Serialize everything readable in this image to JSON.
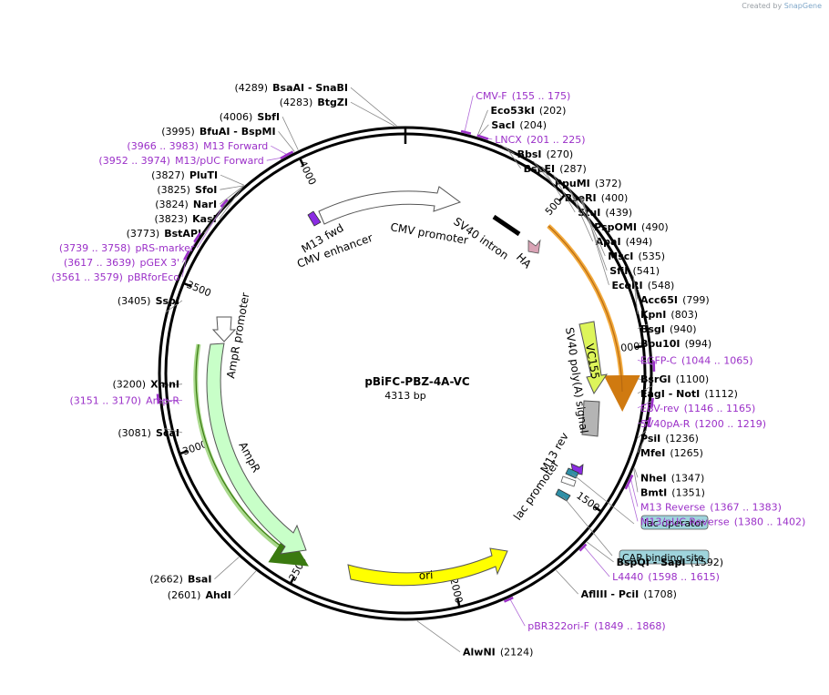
{
  "credit": {
    "prefix": "Created by",
    "brand": "SnapGene"
  },
  "plasmid": {
    "name": "pBiFC-PBZ-4A-VC",
    "length_label": "4313 bp",
    "length": 4313
  },
  "ticks": [
    {
      "bp": 500,
      "label": "500"
    },
    {
      "bp": 1000,
      "label": "1000"
    },
    {
      "bp": 1500,
      "label": "1500"
    },
    {
      "bp": 2000,
      "label": "2000"
    },
    {
      "bp": 2500,
      "label": "2500"
    },
    {
      "bp": 3000,
      "label": "3000"
    },
    {
      "bp": 3500,
      "label": "3500"
    },
    {
      "bp": 4000,
      "label": "4000"
    }
  ],
  "sites": [
    {
      "name": "BsaAI",
      "name2": "SnaBI",
      "pos_label": "(4289)",
      "bp": 4289,
      "side": "L"
    },
    {
      "name": "BtgZI",
      "pos_label": "(4283)",
      "bp": 4283,
      "side": "L"
    },
    {
      "name": "SbfI",
      "pos_label": "(4006)",
      "bp": 4006,
      "side": "L"
    },
    {
      "name": "BfuAI",
      "name2": "BspMI",
      "pos_label": "(3995)",
      "bp": 3995,
      "side": "L"
    },
    {
      "name": "PluTI",
      "pos_label": "(3827)",
      "bp": 3827,
      "side": "L"
    },
    {
      "name": "SfoI",
      "pos_label": "(3825)",
      "bp": 3825,
      "side": "L"
    },
    {
      "name": "NarI",
      "pos_label": "(3824)",
      "bp": 3824,
      "side": "L"
    },
    {
      "name": "KasI",
      "pos_label": "(3823)",
      "bp": 3823,
      "side": "L"
    },
    {
      "name": "BstAPI",
      "pos_label": "(3773)",
      "bp": 3773,
      "side": "L"
    },
    {
      "name": "SspI",
      "pos_label": "(3405)",
      "bp": 3405,
      "side": "L"
    },
    {
      "name": "XmnI",
      "pos_label": "(3200)",
      "bp": 3200,
      "side": "L"
    },
    {
      "name": "ScaI",
      "pos_label": "(3081)",
      "bp": 3081,
      "side": "L"
    },
    {
      "name": "BsaI",
      "pos_label": "(2662)",
      "bp": 2662,
      "side": "L"
    },
    {
      "name": "AhdI",
      "pos_label": "(2601)",
      "bp": 2601,
      "side": "L"
    },
    {
      "name": "AlwNI",
      "pos_label": "(2124)",
      "bp": 2124,
      "side": "R"
    },
    {
      "name": "AflIII",
      "name2": "PciI",
      "pos_label": "(1708)",
      "bp": 1708,
      "side": "R"
    },
    {
      "name": "BspQI",
      "name2": "SapI",
      "pos_label": "(1592)",
      "bp": 1592,
      "side": "R"
    },
    {
      "name": "BmtI",
      "pos_label": "(1351)",
      "bp": 1351,
      "side": "R"
    },
    {
      "name": "NheI",
      "pos_label": "(1347)",
      "bp": 1347,
      "side": "R"
    },
    {
      "name": "MfeI",
      "pos_label": "(1265)",
      "bp": 1265,
      "side": "R"
    },
    {
      "name": "PsiI",
      "pos_label": "(1236)",
      "bp": 1236,
      "side": "R"
    },
    {
      "name": "EagI",
      "name2": "NotI",
      "pos_label": "(1112)",
      "bp": 1112,
      "side": "R"
    },
    {
      "name": "BsrGI",
      "pos_label": "(1100)",
      "bp": 1100,
      "side": "R"
    },
    {
      "name": "Bpu10I",
      "pos_label": "(994)",
      "bp": 994,
      "side": "R"
    },
    {
      "name": "BsgI",
      "pos_label": "(940)",
      "bp": 940,
      "side": "R"
    },
    {
      "name": "KpnI",
      "pos_label": "(803)",
      "bp": 803,
      "side": "R"
    },
    {
      "name": "Acc65I",
      "pos_label": "(799)",
      "bp": 799,
      "side": "R"
    },
    {
      "name": "EcoRI",
      "pos_label": "(548)",
      "bp": 548,
      "side": "R"
    },
    {
      "name": "SfiI",
      "pos_label": "(541)",
      "bp": 541,
      "side": "R"
    },
    {
      "name": "MscI",
      "pos_label": "(535)",
      "bp": 535,
      "side": "R"
    },
    {
      "name": "ApaI",
      "pos_label": "(494)",
      "bp": 494,
      "side": "R"
    },
    {
      "name": "PspOMI",
      "pos_label": "(490)",
      "bp": 490,
      "side": "R"
    },
    {
      "name": "StuI",
      "pos_label": "(439)",
      "bp": 439,
      "side": "R"
    },
    {
      "name": "BseRI",
      "pos_label": "(400)",
      "bp": 400,
      "side": "R"
    },
    {
      "name": "PpuMI",
      "pos_label": "(372)",
      "bp": 372,
      "side": "R"
    },
    {
      "name": "BspEI",
      "pos_label": "(287)",
      "bp": 287,
      "side": "R"
    },
    {
      "name": "BbsI",
      "pos_label": "(270)",
      "bp": 270,
      "side": "R"
    },
    {
      "name": "SacI",
      "pos_label": "(204)",
      "bp": 204,
      "side": "R"
    },
    {
      "name": "Eco53kI",
      "pos_label": "(202)",
      "bp": 202,
      "side": "R"
    }
  ],
  "primers": [
    {
      "name": "CMV-F",
      "range": "(155 .. 175)",
      "start": 155,
      "end": 175,
      "side": "R"
    },
    {
      "name": "LNCX",
      "range": "(201 .. 225)",
      "start": 201,
      "end": 225,
      "side": "R"
    },
    {
      "name": "EGFP-C",
      "range": "(1044 .. 1065)",
      "start": 1044,
      "end": 1065,
      "side": "R"
    },
    {
      "name": "EBV-rev",
      "range": "(1146 .. 1165)",
      "start": 1146,
      "end": 1165,
      "side": "R"
    },
    {
      "name": "SV40pA-R",
      "range": "(1200 .. 1219)",
      "start": 1200,
      "end": 1219,
      "side": "R"
    },
    {
      "name": "M13 Reverse",
      "range": "(1367 .. 1383)",
      "start": 1367,
      "end": 1383,
      "side": "R"
    },
    {
      "name": "M13/pUC Reverse",
      "range": "(1380 .. 1402)",
      "start": 1380,
      "end": 1402,
      "side": "R"
    },
    {
      "name": "L4440",
      "range": "(1598 .. 1615)",
      "start": 1598,
      "end": 1615,
      "side": "R"
    },
    {
      "name": "pBR322ori-F",
      "range": "(1849 .. 1868)",
      "start": 1849,
      "end": 1868,
      "side": "R"
    },
    {
      "name": "Amp-R",
      "range": "(3151 .. 3170)",
      "start": 3151,
      "end": 3170,
      "side": "L"
    },
    {
      "name": "pBRforEco",
      "range": "(3561 .. 3579)",
      "start": 3561,
      "end": 3579,
      "side": "L"
    },
    {
      "name": "pGEX 3'",
      "range": "(3617 .. 3639)",
      "start": 3617,
      "end": 3639,
      "side": "L"
    },
    {
      "name": "pRS-marker",
      "range": "(3739 .. 3758)",
      "start": 3739,
      "end": 3758,
      "side": "L"
    },
    {
      "name": "M13/pUC Forward",
      "range": "(3952 .. 3974)",
      "start": 3952,
      "end": 3974,
      "side": "L"
    },
    {
      "name": "M13 Forward",
      "range": "(3966 .. 3983)",
      "start": 3966,
      "end": 3983,
      "side": "L"
    }
  ],
  "features": [
    {
      "name": "CMV enhancer",
      "type": "arrow",
      "start": 4130,
      "end": 250,
      "color": "#ffffff"
    },
    {
      "name": "CMV promoter",
      "type": "arrow",
      "start": 4130,
      "end": 250,
      "color": "#ffffff"
    },
    {
      "name": "SV40 intron",
      "type": "bar",
      "color": "#000000"
    },
    {
      "name": "HA",
      "type": "arrow",
      "color": "#d9a3b5"
    },
    {
      "name": "VC155",
      "type": "arrow",
      "color": "#ddf55a"
    },
    {
      "name": "SV40 poly(A) signal",
      "type": "box",
      "color": "#b4b4b4"
    },
    {
      "name": "M13 rev",
      "type": "arrow",
      "color": "#8a2be2"
    },
    {
      "name": "lac operator",
      "type": "box",
      "color": "#9fd4dc"
    },
    {
      "name": "lac promoter",
      "type": "arrow",
      "color": "#2f8fa6"
    },
    {
      "name": "CAP binding site",
      "type": "box",
      "color": "#9fd4dc"
    },
    {
      "name": "ori",
      "type": "arrow",
      "color": "#ffff00"
    },
    {
      "name": "AmpR",
      "type": "arrow",
      "color": "#c8ffc8"
    },
    {
      "name": "AmpR promoter",
      "type": "arrow",
      "color": "#ffffff"
    },
    {
      "name": "M13 fwd",
      "type": "arrow",
      "color": "#8a2be2"
    }
  ],
  "colors": {
    "primer": "#9b30c8",
    "orange_band": "#f2a93b",
    "green_band": "#4a8a1a",
    "backbone": "#000000"
  }
}
